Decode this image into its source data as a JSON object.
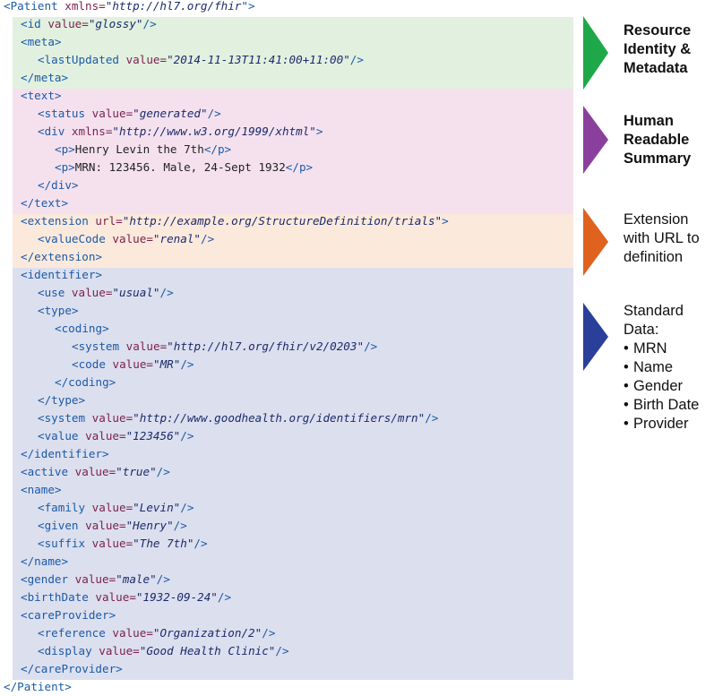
{
  "code_lines": [
    [
      [
        "tag",
        "<Patient "
      ],
      [
        "attr",
        "xmlns="
      ],
      [
        "val",
        "\"http://hl7.org/fhir"
      ],
      [
        "tag",
        "\">"
      ]
    ],
    [
      [
        "tag",
        "<id "
      ],
      [
        "attr",
        "value="
      ],
      [
        "val",
        "\"glossy\""
      ],
      [
        "tag",
        "/>"
      ]
    ],
    [
      [
        "tag",
        "<meta>"
      ]
    ],
    [
      [
        "tag",
        "<lastUpdated "
      ],
      [
        "attr",
        "value="
      ],
      [
        "val",
        "\"2014-11-13T11:41:00+11:00\""
      ],
      [
        "tag",
        "/>"
      ]
    ],
    [
      [
        "tag",
        "</meta>"
      ]
    ],
    [
      [
        "tag",
        "<text>"
      ]
    ],
    [
      [
        "tag",
        "<status "
      ],
      [
        "attr",
        "value="
      ],
      [
        "val",
        "\"generated\""
      ],
      [
        "tag",
        "/>"
      ]
    ],
    [
      [
        "tag",
        "<div "
      ],
      [
        "attr",
        "xmlns="
      ],
      [
        "val",
        "\"http://www.w3.org/1999/xhtml\""
      ],
      [
        "tag",
        ">"
      ]
    ],
    [
      [
        "tag",
        "<p>"
      ],
      [
        "txt",
        "Henry Levin the 7th"
      ],
      [
        "tag",
        "</p>"
      ]
    ],
    [
      [
        "tag",
        "<p>"
      ],
      [
        "txt",
        "MRN: 123456. Male, 24-Sept 1932"
      ],
      [
        "tag",
        "</p>"
      ]
    ],
    [
      [
        "tag",
        "</div>"
      ]
    ],
    [
      [
        "tag",
        "</text>"
      ]
    ],
    [
      [
        "tag",
        "<extension "
      ],
      [
        "attr",
        "url="
      ],
      [
        "val",
        "\"http://example.org/StructureDefinition/trials\""
      ],
      [
        "tag",
        ">"
      ]
    ],
    [
      [
        "tag",
        "<valueCode "
      ],
      [
        "attr",
        "value="
      ],
      [
        "val",
        "\"renal\""
      ],
      [
        "tag",
        "/>"
      ]
    ],
    [
      [
        "tag",
        "</extension>"
      ]
    ],
    [
      [
        "tag",
        "<identifier>"
      ]
    ],
    [
      [
        "tag",
        "<use "
      ],
      [
        "attr",
        "value="
      ],
      [
        "val",
        "\"usual\""
      ],
      [
        "tag",
        "/>"
      ]
    ],
    [
      [
        "tag",
        "<type>"
      ]
    ],
    [
      [
        "tag",
        "<coding>"
      ]
    ],
    [
      [
        "tag",
        "<system "
      ],
      [
        "attr",
        "value="
      ],
      [
        "val",
        "\"http://hl7.org/fhir/v2/0203\""
      ],
      [
        "tag",
        "/>"
      ]
    ],
    [
      [
        "tag",
        "<code "
      ],
      [
        "attr",
        "value="
      ],
      [
        "val",
        "\"MR\""
      ],
      [
        "tag",
        "/>"
      ]
    ],
    [
      [
        "tag",
        "</coding>"
      ]
    ],
    [
      [
        "tag",
        "</type>"
      ]
    ],
    [
      [
        "tag",
        "<system "
      ],
      [
        "attr",
        "value="
      ],
      [
        "val",
        "\"http://www.goodhealth.org/identifiers/mrn\""
      ],
      [
        "tag",
        "/>"
      ]
    ],
    [
      [
        "tag",
        "<value "
      ],
      [
        "attr",
        "value="
      ],
      [
        "val",
        "\"123456\""
      ],
      [
        "tag",
        "/>"
      ]
    ],
    [
      [
        "tag",
        "</identifier>"
      ]
    ],
    [
      [
        "tag",
        "<active "
      ],
      [
        "attr",
        "value="
      ],
      [
        "val",
        "\"true\""
      ],
      [
        "tag",
        "/>"
      ]
    ],
    [
      [
        "tag",
        "<name>"
      ]
    ],
    [
      [
        "tag",
        "<family "
      ],
      [
        "attr",
        "value="
      ],
      [
        "val",
        "\"Levin\""
      ],
      [
        "tag",
        "/>"
      ]
    ],
    [
      [
        "tag",
        "<given "
      ],
      [
        "attr",
        "value="
      ],
      [
        "val",
        "\"Henry\""
      ],
      [
        "tag",
        "/>"
      ]
    ],
    [
      [
        "tag",
        "<suffix "
      ],
      [
        "attr",
        "value="
      ],
      [
        "val",
        "\"The 7th\""
      ],
      [
        "tag",
        "/>"
      ]
    ],
    [
      [
        "tag",
        "</name>"
      ]
    ],
    [
      [
        "tag",
        "<gender "
      ],
      [
        "attr",
        "value="
      ],
      [
        "val",
        "\"male\""
      ],
      [
        "tag",
        "/>"
      ]
    ],
    [
      [
        "tag",
        "<birthDate "
      ],
      [
        "attr",
        "value="
      ],
      [
        "val",
        "\"1932-09-24\""
      ],
      [
        "tag",
        "/>"
      ]
    ],
    [
      [
        "tag",
        "<careProvider>"
      ]
    ],
    [
      [
        "tag",
        "<reference "
      ],
      [
        "attr",
        "value="
      ],
      [
        "val",
        "\"Organization/2\""
      ],
      [
        "tag",
        "/>"
      ]
    ],
    [
      [
        "tag",
        "<display "
      ],
      [
        "attr",
        "value="
      ],
      [
        "val",
        "\"Good Health Clinic\""
      ],
      [
        "tag",
        "/>"
      ]
    ],
    [
      [
        "tag",
        "</careProvider>"
      ]
    ],
    [
      [
        "tag",
        "</Patient>"
      ]
    ]
  ],
  "sections": [
    {
      "id": "metadata",
      "color": "#e2f1df",
      "arrow_color": "#1fa84a",
      "label_lines": [
        "Resource",
        "Identity &",
        "Metadata"
      ]
    },
    {
      "id": "narrative",
      "color": "#f5e1ee",
      "arrow_color": "#8b3f9c",
      "label_lines": [
        "Human",
        "Readable",
        "Summary"
      ]
    },
    {
      "id": "extension",
      "color": "#fbe9dc",
      "arrow_color": "#e0621f",
      "label_lines": [
        "Extension",
        "with URL to",
        "definition"
      ]
    },
    {
      "id": "standard",
      "color": "#dcdfee",
      "arrow_color": "#2a3f9a",
      "label_lines": [
        "Standard",
        "Data:"
      ],
      "list_items": [
        "MRN",
        "Name",
        "Gender",
        "Birth Date",
        "Provider"
      ]
    }
  ]
}
